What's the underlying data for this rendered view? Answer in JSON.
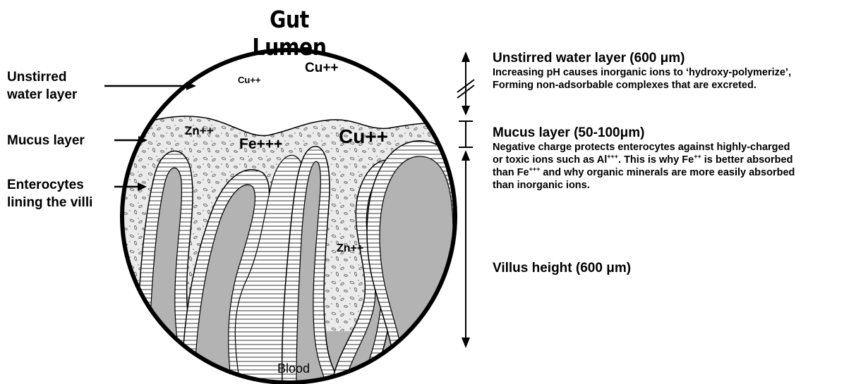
{
  "title": "Gut Lumen",
  "left_labels": {
    "unstirred": [
      "Unstirred",
      "water layer"
    ],
    "mucus": "Mucus layer",
    "enterocytes": [
      "Enterocytes",
      "lining the villi"
    ]
  },
  "ions": {
    "cu_small": "Cu++",
    "cu_top": "Cu++",
    "zn_top": "Zn++",
    "fe": "Fe+++",
    "cu_large": "Cu++",
    "zn_mid": "Zn++"
  },
  "blood_label": "Blood",
  "right": {
    "unstirred": {
      "heading_pre": "Unstirred water layer (600 ",
      "heading_unit": "μm",
      "heading_post": ")",
      "lines": [
        "Increasing pH causes inorganic ions to ‘hydroxy-polymerize’,",
        "Forming non-adsorbable complexes that are excreted."
      ]
    },
    "mucus": {
      "heading_pre": "Mucus layer (50-100",
      "heading_unit": "μm",
      "heading_post": ")",
      "line1": "Negative charge protects enterocytes against highly-charged",
      "line2_pre": "or toxic ions such as Al",
      "line2_sup1": "+++",
      "line2_mid": ".  This is why Fe",
      "line2_sup2": "++",
      "line2_post": " is better absorbed",
      "line3_pre": "than Fe",
      "line3_sup": "+++",
      "line3_post": " and why organic minerals are more easily absorbed",
      "line4": "than inorganic ions."
    },
    "villus": {
      "heading_pre": "Villus height (600 ",
      "heading_unit": "μm",
      "heading_post": ")"
    }
  },
  "colors": {
    "villus_core": "#b3b3b3",
    "mucus_fill": "#e6e6e6",
    "stroke": "#000000",
    "background": "#ffffff"
  }
}
